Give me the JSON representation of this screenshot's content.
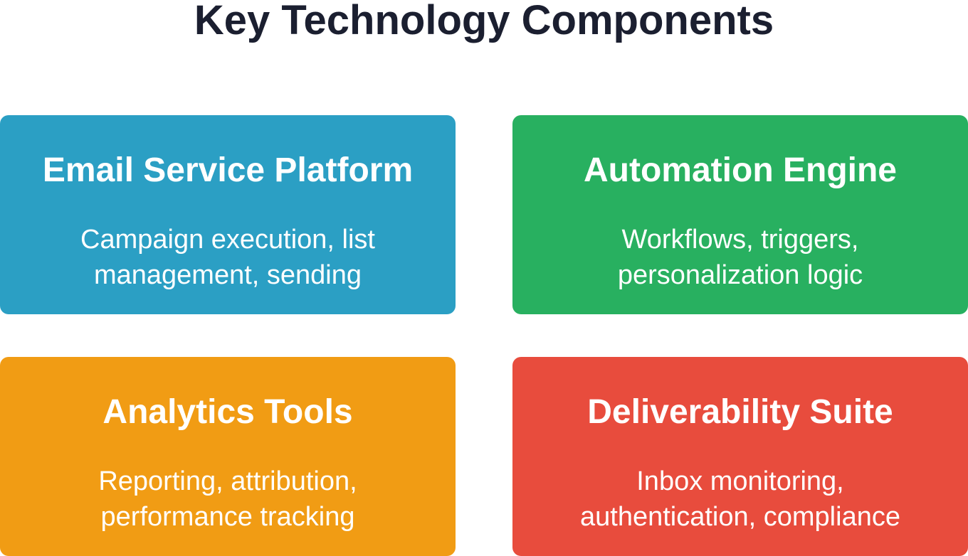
{
  "title": "Key Technology Components",
  "colors": {
    "email_service_platform": "#2b9fc4",
    "automation_engine": "#28b060",
    "analytics_tools": "#f19c14",
    "deliverability_suite": "#e84c3d",
    "title_text": "#1b1f30"
  },
  "cards": [
    {
      "title": "Email Service Platform",
      "desc_lines": [
        "Campaign execution, list",
        "management, sending"
      ]
    },
    {
      "title": "Automation Engine",
      "desc_lines": [
        "Workflows, triggers,",
        "personalization logic"
      ]
    },
    {
      "title": "Analytics Tools",
      "desc_lines": [
        "Reporting, attribution,",
        "performance tracking"
      ]
    },
    {
      "title": "Deliverability Suite",
      "desc_lines": [
        "Inbox monitoring,",
        "authentication, compliance"
      ]
    }
  ]
}
